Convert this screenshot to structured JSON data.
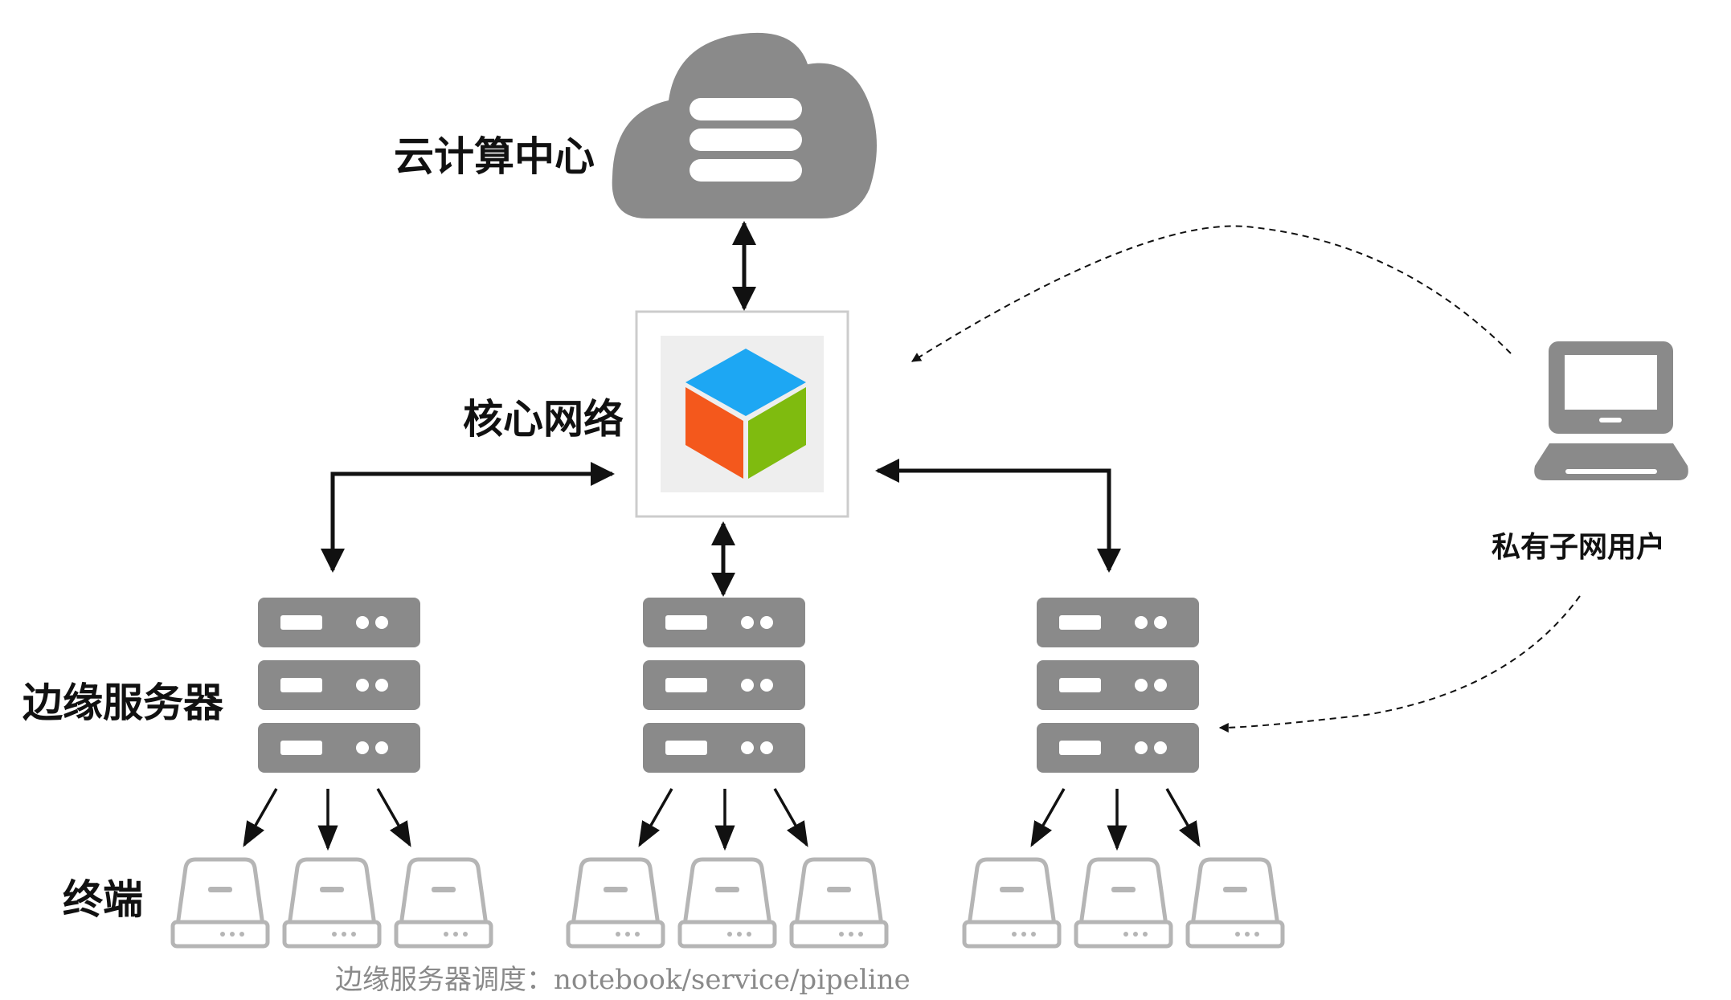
{
  "labels": {
    "cloud": "云计算中心",
    "core": "核心网络",
    "edge": "边缘服务器",
    "terminal": "终端",
    "private_user": "私有子网用户"
  },
  "caption": "边缘服务器调度：notebook/service/pipeline",
  "icons": {
    "cloud": "cloud-database-icon",
    "core": "cube-icon",
    "edge": "server-rack-icon",
    "terminal": "hard-drive-icon",
    "user": "laptop-icon"
  },
  "colors": {
    "icon_gray": "#8a8a8a",
    "cube_top": "#1da7f3",
    "cube_left": "#f4581c",
    "cube_right": "#7fbb0f",
    "arrow": "#111111"
  }
}
